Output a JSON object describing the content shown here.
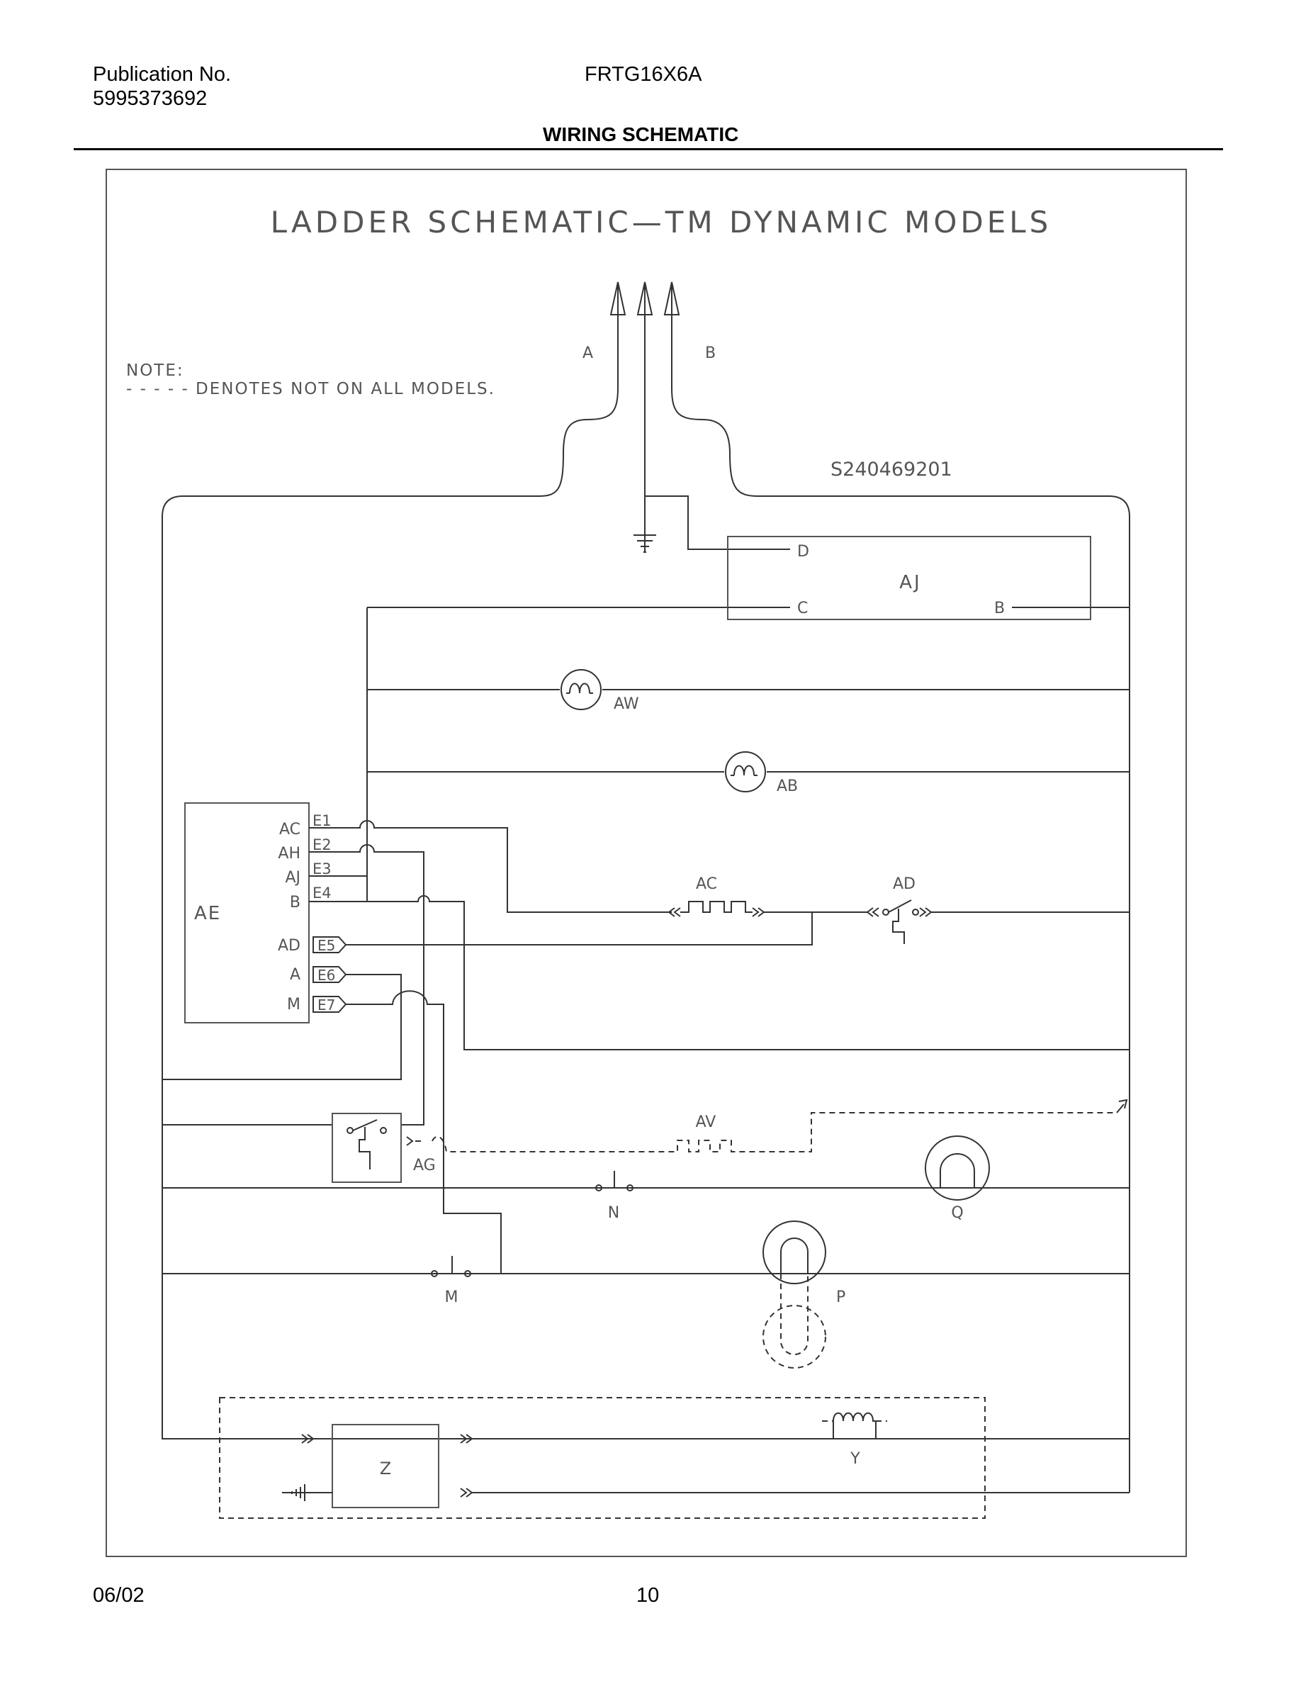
{
  "header": {
    "publication_label": "Publication No.",
    "publication_number": "5995373692",
    "model": "FRTG16X6A",
    "section_title": "WIRING SCHEMATIC"
  },
  "footer": {
    "date": "06/02",
    "page": "10"
  },
  "diagram": {
    "title": "LADDER SCHEMATIC—TM DYNAMIC MODELS",
    "note_label": "NOTE:",
    "note_text": "- - - - - DENOTES NOT ON ALL MODELS.",
    "drawing_number": "S240469201",
    "supply_labels": {
      "left": "A",
      "right": "B"
    },
    "components": {
      "aj": {
        "label": "AJ",
        "pins": [
          "D",
          "C",
          "B"
        ]
      },
      "aw": "AW",
      "ab": "AB",
      "ae": {
        "label": "AE",
        "pins": [
          "AC",
          "AH",
          "AJ",
          "B",
          "AD",
          "A",
          "M"
        ],
        "terminals": [
          "E1",
          "E2",
          "E3",
          "E4",
          "E5",
          "E6",
          "E7"
        ]
      },
      "ac": "AC",
      "ad": "AD",
      "av": "AV",
      "ag": "AG",
      "n": "N",
      "q": "Q",
      "m": "M",
      "p": "P",
      "z": "Z",
      "y": "Y"
    }
  }
}
